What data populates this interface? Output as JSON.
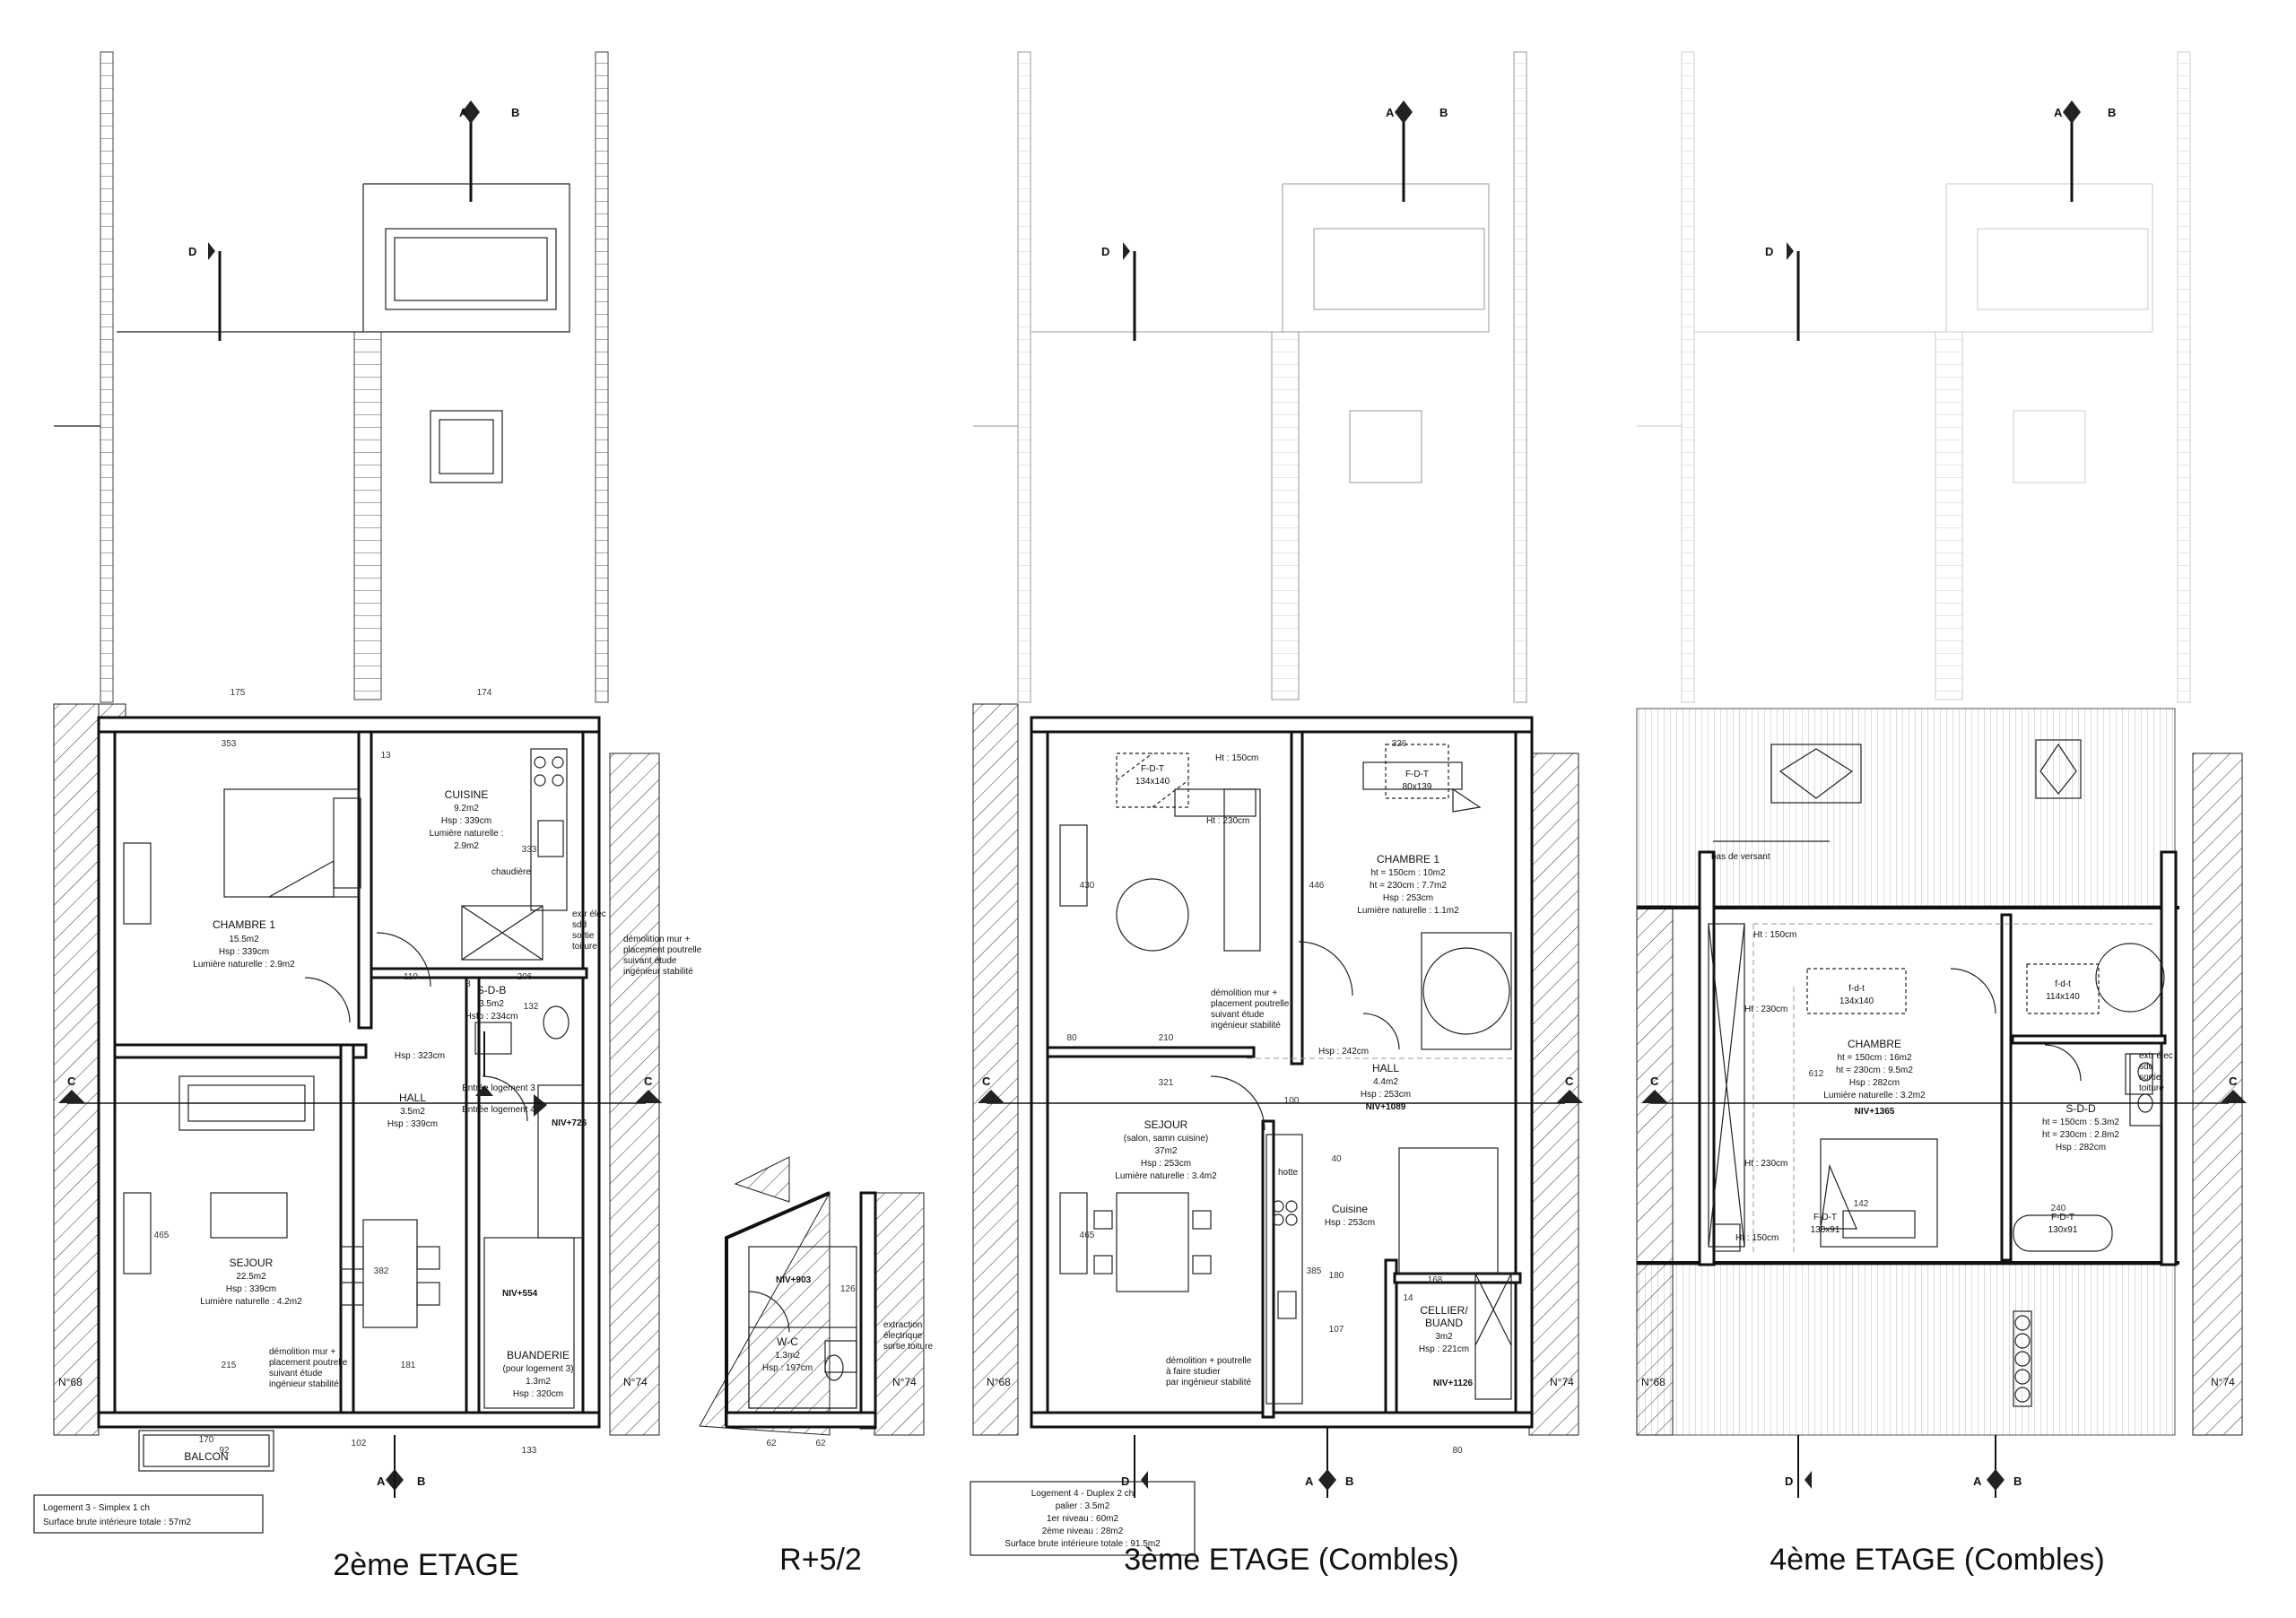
{
  "titles": {
    "floor2": "2ème ETAGE",
    "mezz": "R+5/2",
    "floor3": "3ème ETAGE (Combles)",
    "floor4": "4ème ETAGE (Combles)"
  },
  "neighbors": {
    "left": "N°68",
    "right": "N°74"
  },
  "section_marks": {
    "a": "A",
    "b": "B",
    "c": "C",
    "d": "D"
  },
  "floor2": {
    "chambre": [
      "CHAMBRE 1",
      "15.5m2",
      "Hsp : 339cm",
      "Lumière naturelle : 2.9m2"
    ],
    "cuisine": [
      "CUISINE",
      "9.2m2",
      "Hsp : 339cm",
      "Lumière naturelle :",
      "2.9m2"
    ],
    "chaudiere": "chaudière",
    "sdb": [
      "S-D-B",
      "3.5m2",
      "Hsfp : 234cm"
    ],
    "hall": [
      "HALL",
      "3.5m2",
      "Hsp : 339cm"
    ],
    "sejour": [
      "SEJOUR",
      "22.5m2",
      "Hsp : 339cm",
      "Lumière naturelle : 4.2m2"
    ],
    "buanderie": [
      "BUANDERIE",
      "(pour logement 3)",
      "1.3m2",
      "Hsp : 320cm"
    ],
    "entree3": "Entrée logement 3",
    "entree4": "Entrée logement 4",
    "niv726": "NIV+726",
    "niv554": "NIV+554",
    "balcon": "BALCON",
    "demol1": [
      "démolition mur +",
      "placement poutrelle",
      "suivant étude",
      "ingénieur stabilité"
    ],
    "demol2": [
      "démolition mur +",
      "placement poutrelle",
      "suivant étude",
      "ingénieur stabilité"
    ],
    "extr": [
      "extr élec",
      "sdd",
      "sortie",
      "toiture"
    ],
    "hsp323": "Hsp : 323cm",
    "legend": [
      "Logement 3 - Simplex 1 ch",
      "Surface brute intérieure totale : 57m2"
    ],
    "dims": [
      "175",
      "174",
      "353",
      "13",
      "333",
      "110",
      "206",
      "132",
      "465",
      "382",
      "215",
      "181",
      "102",
      "133",
      "92",
      "8",
      "170"
    ]
  },
  "mezz": {
    "wc": [
      "W-C",
      "1.3m2",
      "Hsp : 197cm"
    ],
    "niv903": "NIV+903",
    "extraction": [
      "extraction",
      "électrique",
      "sortie toiture"
    ],
    "dims": [
      "126",
      "62",
      "62"
    ]
  },
  "floor3": {
    "fdt1": [
      "F-D-T",
      "134x140"
    ],
    "fdt2": [
      "F-D-T",
      "80x139"
    ],
    "ht150": "Ht : 150cm",
    "ht230": "Ht : 230cm",
    "chambre": [
      "CHAMBRE 1",
      "ht = 150cm : 10m2",
      "ht = 230cm : 7.7m2",
      "Hsp : 253cm",
      "Lumière naturelle : 1.1m2"
    ],
    "hall": [
      "HALL",
      "4.4m2",
      "Hsp : 253cm",
      "NIV+1089"
    ],
    "sejour": [
      "SEJOUR",
      "(salon, samn cuisine)",
      "37m2",
      "Hsp : 253cm",
      "Lumière naturelle : 3.4m2"
    ],
    "cuisine": [
      "Cuisine",
      "Hsp : 253cm"
    ],
    "hotte": "hotte",
    "cellier": [
      "CELLIER/",
      "BUAND",
      "3m2",
      "Hsp : 221cm"
    ],
    "niv1126": "NIV+1126",
    "demol1": [
      "démolition mur +",
      "placement poutrelle",
      "suivant étude",
      "ingénieur stabilité"
    ],
    "demol2": [
      "démolition + poutrelle",
      "à faire studier",
      "par ingénieur stabilité"
    ],
    "hsp242": "Hsp : 242cm",
    "legend": [
      "Logement 4 - Duplex 2 ch",
      "palier : 3.5m2",
      "1er niveau : 60m2",
      "2ème niveau : 28m2",
      "Surface brute intérieure totale : 91.5m2"
    ],
    "dims": [
      "326",
      "430",
      "446",
      "210",
      "80",
      "321",
      "465",
      "100",
      "385",
      "180",
      "107",
      "168",
      "80",
      "14",
      "40"
    ]
  },
  "floor4": {
    "bas": "bas de versant",
    "ht150": "Ht : 150cm",
    "ht230": "Ht : 230cm",
    "fdt1": [
      "f-d-t",
      "134x140"
    ],
    "fdt2": [
      "f-d-t",
      "114x140"
    ],
    "chambre": [
      "CHAMBRE",
      "ht = 150cm : 16m2",
      "ht = 230cm : 9.5m2",
      "Hsp : 282cm",
      "Lumière naturelle : 3.2m2"
    ],
    "niv1365": "NIV+1365",
    "sdd": [
      "S-D-D",
      "ht = 150cm : 5.3m2",
      "ht = 230cm : 2.8m2",
      "Hsp : 282cm"
    ],
    "fdt3": [
      "F-D-T",
      "130x91"
    ],
    "fdt4": [
      "F-D-T",
      "130x91"
    ],
    "extr": [
      "extr élec",
      "sdd",
      "sortie",
      "toiture"
    ],
    "dims": [
      "612",
      "240",
      "142"
    ]
  }
}
